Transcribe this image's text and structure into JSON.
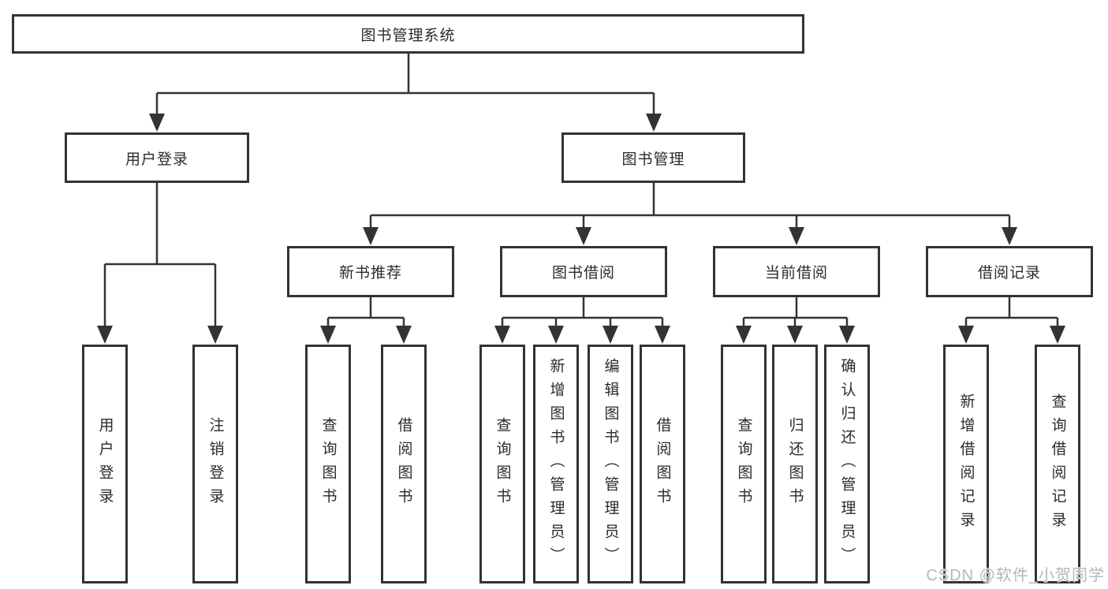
{
  "tree": {
    "root": {
      "label": "图书管理系统"
    },
    "branches": [
      {
        "label": "用户登录",
        "children": [
          {
            "label": "用户登录"
          },
          {
            "label": "注销登录"
          }
        ]
      },
      {
        "label": "图书管理",
        "groups": [
          {
            "label": "新书推荐",
            "children": [
              {
                "label": "查询图书"
              },
              {
                "label": "借阅图书"
              }
            ]
          },
          {
            "label": "图书借阅",
            "children": [
              {
                "label": "查询图书"
              },
              {
                "label": "新增图书（管理员）"
              },
              {
                "label": "编辑图书（管理员）"
              },
              {
                "label": "借阅图书"
              }
            ]
          },
          {
            "label": "当前借阅",
            "children": [
              {
                "label": "查询图书"
              },
              {
                "label": "归还图书"
              },
              {
                "label": "确认归还（管理员）"
              }
            ]
          },
          {
            "label": "借阅记录",
            "children": [
              {
                "label": "新增借阅记录"
              },
              {
                "label": "查询借阅记录"
              }
            ]
          }
        ]
      }
    ]
  },
  "watermark": "CSDN @软件_小贺同学",
  "colors": {
    "line": "#333333",
    "text": "#2b2b2b",
    "watermark": "#b3b7bc",
    "background": "#ffffff"
  }
}
